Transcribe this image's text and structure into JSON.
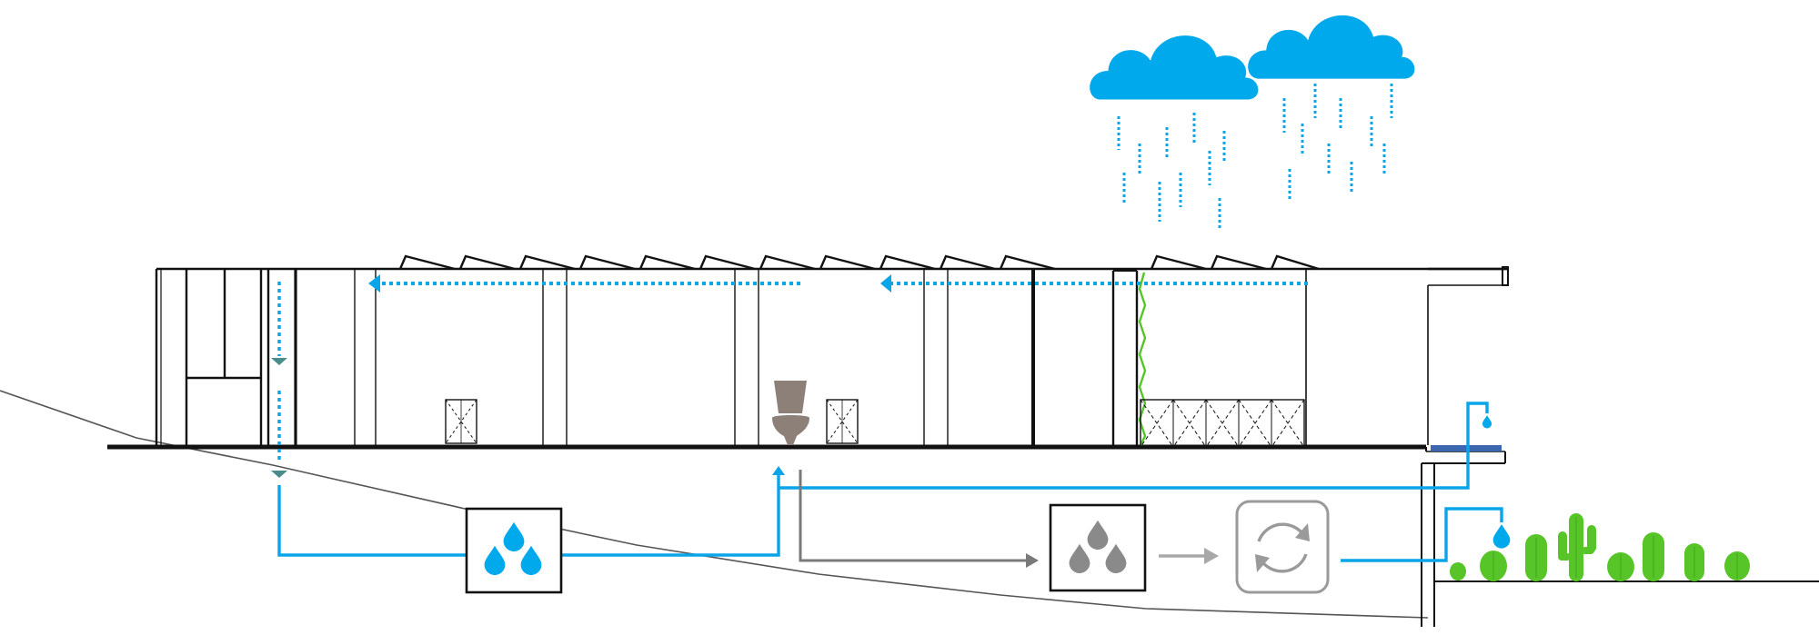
{
  "diagram": {
    "type": "water-cycle-section",
    "labels": []
  },
  "colors": {
    "background": "#ffffff",
    "structure": "#111111",
    "ground_line": "#555555",
    "rainwater": "#0aa4e8",
    "greywater": "#7a7a7a",
    "treated_arrow": "#a8a8a8",
    "plants": "#57c428",
    "fixture": "#8c8079",
    "fill_blue": "#00a8ec"
  },
  "icons": {
    "clouds": "cloud-icon",
    "collection_tank": "water-drops-icon",
    "greywater_tank": "water-drops-icon",
    "treatment": "recycle-icon",
    "fixture": "toilet-icon",
    "vegetation": "cactus-icon",
    "outlet": "water-drop-icon"
  },
  "flows": [
    {
      "id": "roof-runoff",
      "medium": "rainwater"
    },
    {
      "id": "downpipe",
      "medium": "rainwater"
    },
    {
      "id": "to-collection-tank",
      "medium": "rainwater"
    },
    {
      "id": "supply-to-fixture",
      "medium": "rainwater"
    },
    {
      "id": "supply-to-garden",
      "medium": "rainwater"
    },
    {
      "id": "fixture-to-greywater-tank",
      "medium": "greywater"
    },
    {
      "id": "greywater-to-treatment",
      "medium": "treated"
    },
    {
      "id": "treatment-to-irrigation",
      "medium": "rainwater"
    }
  ]
}
